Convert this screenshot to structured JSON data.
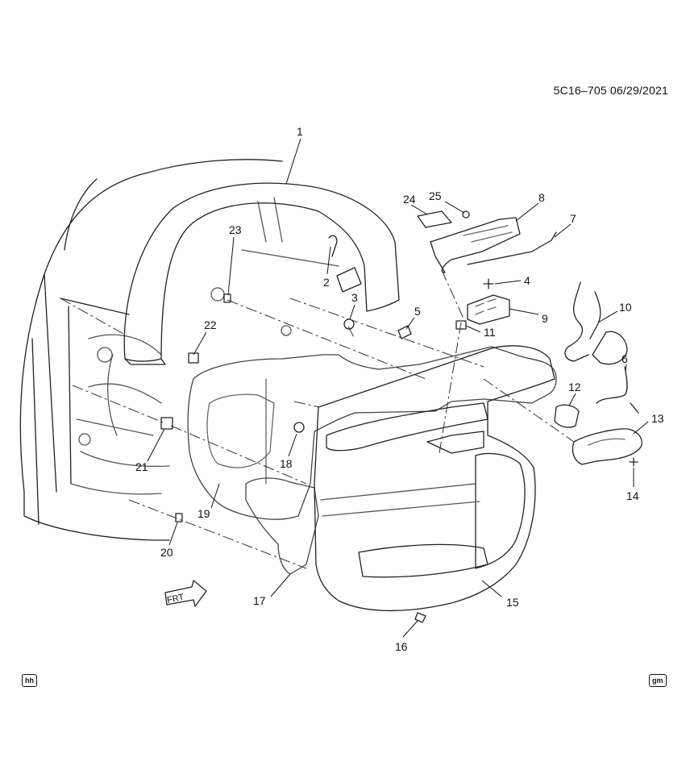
{
  "header": {
    "ref_code": "5C16–705 06/29/2021"
  },
  "badges": {
    "left": "hh",
    "right": "gm"
  },
  "direction_label": "FRT",
  "callouts": [
    "1",
    "2",
    "3",
    "4",
    "5",
    "6",
    "7",
    "8",
    "9",
    "10",
    "11",
    "12",
    "13",
    "14",
    "15",
    "16",
    "17",
    "18",
    "19",
    "20",
    "21",
    "22",
    "23",
    "24",
    "25"
  ]
}
